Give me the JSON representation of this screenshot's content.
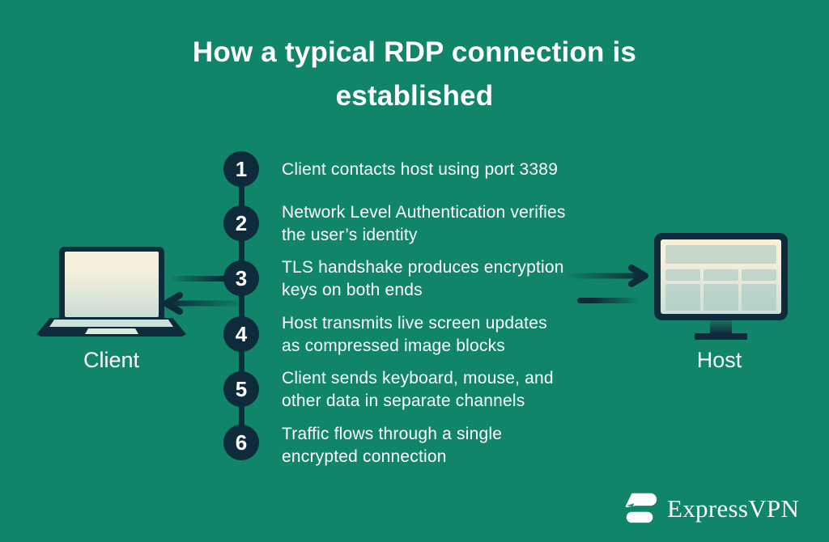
{
  "title": {
    "line1": "How a typical RDP connection is",
    "line2": "established"
  },
  "steps": [
    {
      "num": "1",
      "line1": "Client contacts host using port 3389",
      "line2": ""
    },
    {
      "num": "2",
      "line1": "Network Level Authentication verifies",
      "line2": "the user’s identity"
    },
    {
      "num": "3",
      "line1": "TLS handshake produces encryption",
      "line2": "keys on both ends"
    },
    {
      "num": "4",
      "line1": "Host transmits live screen updates",
      "line2": "as compressed image blocks"
    },
    {
      "num": "5",
      "line1": "Client sends keyboard, mouse, and",
      "line2": "other data in separate channels"
    },
    {
      "num": "6",
      "line1": "Traffic flows through a single",
      "line2": "encrypted connection"
    }
  ],
  "devices": {
    "client_label": "Client",
    "host_label": "Host"
  },
  "footer": {
    "brand": "ExpressVPN"
  },
  "colors": {
    "background_teal": "#108569",
    "dark_navy": "#0d2b3a",
    "screen_cream": "#f5efdc",
    "screen_tint": "#c9ddd7",
    "text_white": "#ffffff"
  }
}
